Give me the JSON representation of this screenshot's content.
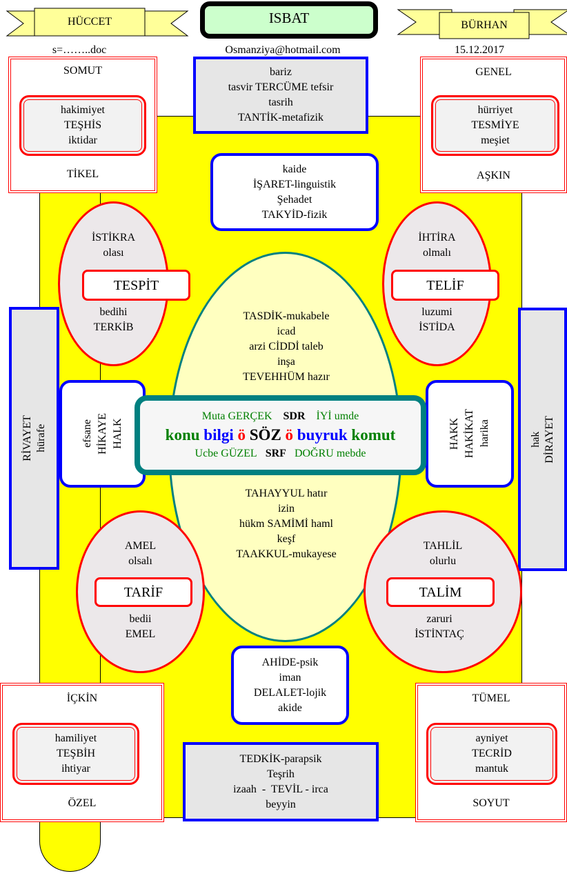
{
  "header": {
    "left_ribbon": "HÜCCET",
    "title": "ISBAT",
    "right_ribbon": "BÜRHAN",
    "file": "s=……..doc",
    "email": "Osmanziya@hotmail.com",
    "date": "15.12.2017"
  },
  "corners": {
    "top_left": {
      "top": "SOMUT",
      "lines": [
        "hakimiyet",
        "TEŞHİS",
        "iktidar"
      ],
      "bottom": "TİKEL"
    },
    "top_right": {
      "top": "GENEL",
      "lines": [
        "hürriyet",
        "TESMİYE",
        "meşiet"
      ],
      "bottom": "AŞKIN"
    },
    "bottom_left": {
      "top": "İÇKİN",
      "lines": [
        "hamiliyet",
        "TEŞBİH",
        "ihtiyar"
      ],
      "bottom": "ÖZEL"
    },
    "bottom_right": {
      "top": "TÜMEL",
      "lines": [
        "ayniyet",
        "TECRİD",
        "mantuk"
      ],
      "bottom": "SOYUT"
    }
  },
  "top_box": [
    "bariz",
    "tasvir TERCÜME tefsir",
    "tasrih",
    "TANTİK-metafizik"
  ],
  "upper_box": [
    "kaide",
    "İŞARET-linguistik",
    "Şehadet",
    "TAKYİD-fizik"
  ],
  "lower_box": [
    "AHİDE-psik",
    "iman",
    "DELALET-lojik",
    "akide"
  ],
  "bottom_box": [
    "TEDKİK-parapsik",
    "Teşrih",
    "izaah  -  TEVİL - irca",
    "beyyin"
  ],
  "ellipses": {
    "top_left": {
      "top": [
        "İSTİKRA",
        "olası"
      ],
      "label": "TESPİT",
      "bottom": [
        "bedihi",
        "TERKİB"
      ]
    },
    "top_right": {
      "top": [
        "İHTİRA",
        "olmalı"
      ],
      "label": "TELİF",
      "bottom": [
        "luzumi",
        "İSTİDA"
      ]
    },
    "bottom_left": {
      "top": [
        "AMEL",
        "olsalı"
      ],
      "label": "TARİF",
      "bottom": [
        "bedii",
        "EMEL"
      ]
    },
    "bottom_right": {
      "top": [
        "TAHLİL",
        "olurlu"
      ],
      "label": "TALİM",
      "bottom": [
        "zaruri",
        "İSTİNTAÇ"
      ]
    }
  },
  "big_ellipse": {
    "top": [
      "TASDİK-mukabele",
      "icad",
      "arzi CİDDİ taleb",
      "inşa",
      "TEVEHHÜM hazır"
    ],
    "bottom": [
      "TAHAYYUL hatır",
      "izin",
      "hükm SAMİMİ haml",
      "keşf",
      "TAAKKUL-mukayese"
    ]
  },
  "side": {
    "left": [
      "RİVAYET",
      "hürafe"
    ],
    "right": [
      "hak",
      "DİRAYET"
    ],
    "left_inner": [
      "efsane",
      "HİKAYE",
      "HALK"
    ],
    "right_inner": [
      "HAKK",
      "HAKİKAT",
      "harika"
    ]
  },
  "center": {
    "line1": [
      "Muta GERÇEK",
      "SDR",
      "İYİ umde"
    ],
    "line2": [
      "konu",
      "bilgi",
      "ö",
      "SÖZ",
      "ö",
      "buyruk",
      "komut"
    ],
    "line3": [
      "Ucbe GÜZEL",
      "SRF",
      "DOĞRU mebde"
    ]
  },
  "colors": {
    "yellow": "#ffff00",
    "red": "#ff0000",
    "blue": "#0000ff",
    "teal": "#008080",
    "green": "#008000"
  }
}
